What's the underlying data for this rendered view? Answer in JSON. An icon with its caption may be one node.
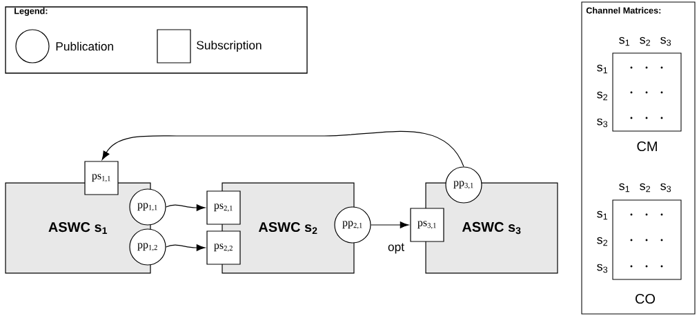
{
  "diagram": {
    "nodes": [
      {
        "text": [
          "ASWC s$_{1}$"
        ]
      },
      {
        "text": [
          "ASWC s$_{2}$"
        ]
      },
      {
        "text": [
          "ASWC s$_{3}$"
        ]
      },
      {
        "text": [
          "ps$_{1,1}$"
        ]
      },
      {
        "text": [
          "pp$_{1,1}$"
        ]
      },
      {
        "text": [
          "pp$_{1,2}$"
        ]
      },
      {
        "text": [
          "ps$_{2,1}$"
        ]
      },
      {
        "text": [
          "ps$_{2,2}$"
        ]
      },
      {
        "text": [
          "pp$_{2,1}$"
        ]
      },
      {
        "text": [
          "ps$_{3,1}$"
        ],
        "beside": [
          "opt"
        ]
      },
      {
        "text": [
          "pp$_{3,1}$"
        ]
      }
    ],
    "edges": [
      {
        "from": 10,
        "to": 3,
        "arrow": "to"
      },
      {
        "from": 4,
        "to": 6,
        "arrow": "to"
      },
      {
        "from": 5,
        "to": 7,
        "arrow": "to"
      },
      {
        "from": 8,
        "to": 9,
        "arrow": "to"
      }
    ],
    "labels": [
      "Legend:",
      "Channel Matrices:",
      "s$_{1}$",
      "s$_{2}$",
      "s$_{3}$",
      "s$_{1}$",
      "s$_{2}$",
      "s$_{3}$",
      "CM",
      "s$_{1}$",
      "s$_{2}$",
      "s$_{3}$",
      "s$_{1}$",
      "s$_{2}$",
      "s$_{3}$",
      "CO"
    ],
    "legend": [
      {
        "text": "Publication"
      },
      {
        "text": "Subscription"
      }
    ]
  }
}
